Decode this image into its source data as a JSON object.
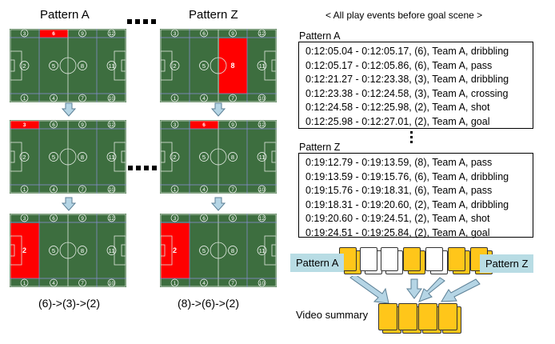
{
  "patterns": [
    {
      "title": "Pattern A",
      "sequence": "(6)->(3)->(2)",
      "highlights": [
        "6",
        "3",
        "2"
      ]
    },
    {
      "title": "Pattern Z",
      "sequence": "(8)->(6)->(2)",
      "highlights": [
        "8",
        "6",
        "2"
      ]
    }
  ],
  "zones": [
    "1",
    "2",
    "3",
    "4",
    "5",
    "6",
    "7",
    "8",
    "9",
    "10",
    "11",
    "12"
  ],
  "events_header": "< All play events before goal scene >",
  "event_groups": [
    {
      "label": "Pattern A",
      "events": [
        "0:12:05.04 - 0:12:05.17, (6), Team A, dribbling",
        "0:12:05.17 - 0:12:05.86, (6), Team A, pass",
        "0:12:21.27 - 0:12:23.38, (3), Team A, dribbling",
        "0:12:23.38 - 0:12:24.58, (3), Team A, crossing",
        "0:12:24.58 - 0:12:25.98, (2), Team A, shot",
        "0:12:25.98 - 0:12:27.01, (2), Team A, goal"
      ]
    },
    {
      "label": "Pattern Z",
      "events": [
        "0:19:12.79 - 0:19:13.59, (8), Team A, pass",
        "0:19:13.59 - 0:19:15.76, (6), Team A, dribbling",
        "0:19:15.76 - 0:19:18.31, (6), Team A, pass",
        "0:19:18.31 - 0:19:20.60, (2), Team A, dribbling",
        "0:19:20.60 - 0:19:24.51, (2), Team A, shot",
        "0:19:24.51 - 0:19:25.84, (2), Team A, goal"
      ]
    }
  ],
  "summary": {
    "tag_a": "Pattern A",
    "tag_z": "Pattern Z",
    "label": "Video summary"
  },
  "colors": {
    "pitch": "#3d6e3f",
    "highlight": "#ff0000",
    "arrow_fill": "#b5d5e5",
    "arrow_stroke": "#5b7f95",
    "card_yellow": "#ffc61a",
    "tag_bg": "#b8dce4"
  }
}
